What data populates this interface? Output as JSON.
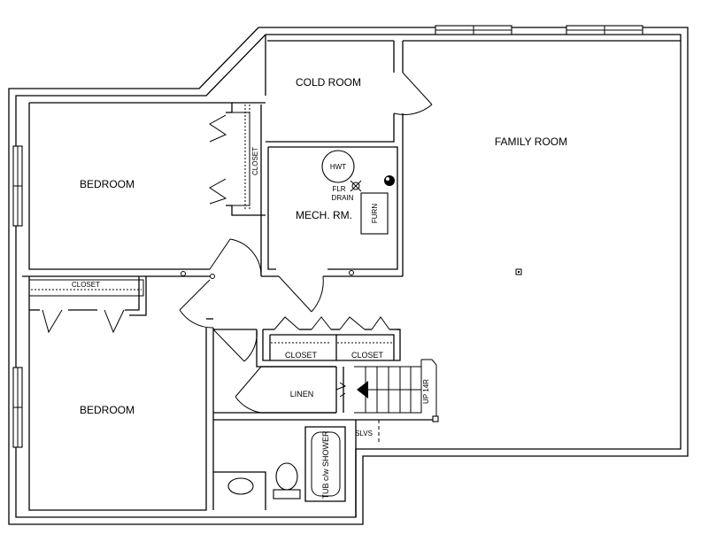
{
  "rooms": {
    "cold_room": "COLD ROOM",
    "family_room": "FAMILY ROOM",
    "bedroom_top": "BEDROOM",
    "bedroom_bottom": "BEDROOM",
    "mech_room": "MECH. RM.",
    "closet_bedroom_top": "CLOSET",
    "closet_bedroom_bottom": "CLOSET",
    "closet_hall_left": "CLOSET",
    "closet_hall_right": "CLOSET",
    "linen": "LINEN",
    "slvs": "SLVS"
  },
  "fixtures": {
    "hwt": "HWT",
    "floor_drain_line1": "FLR",
    "floor_drain_line2": "DRAIN",
    "furnace": "FURN",
    "tub": "TUB c/w SHOWER",
    "stairs": "UP 14R"
  }
}
